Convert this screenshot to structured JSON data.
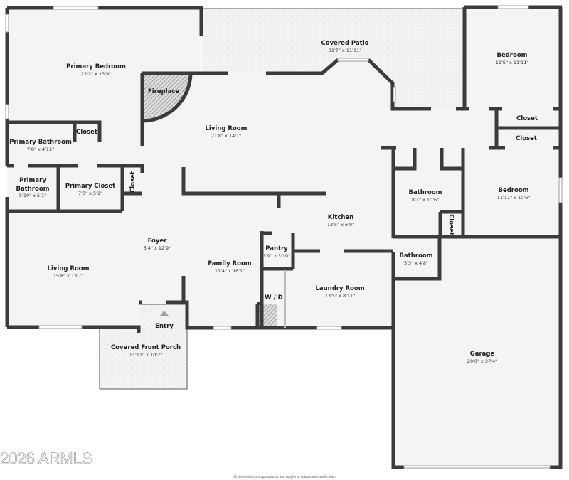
{
  "rooms": {
    "primary_bedroom": {
      "name": "Primary Bedroom",
      "dims": "23'2\" x 13'9\""
    },
    "covered_patio": {
      "name": "Covered Patio",
      "dims": "31'7\" x 11'11\""
    },
    "bedroom_1": {
      "name": "Bedroom",
      "dims": "11'5\" x 11'11\""
    },
    "fireplace": {
      "name": "Fireplace"
    },
    "living_room_1": {
      "name": "Living Room",
      "dims": "21'8\" x 14'1\""
    },
    "closet_pb": {
      "name": "Closet"
    },
    "closet_hall_1": {
      "name": "Closet"
    },
    "closet_hall_2": {
      "name": "Closet"
    },
    "primary_bathroom_1": {
      "name": "Primary Bathroom",
      "dims": "7'8\" x 4'11\""
    },
    "primary_bathroom_2": {
      "name_line1": "Primary",
      "name_line2": "Bathroom",
      "dims": "5'10\" x 5'1\""
    },
    "primary_closet": {
      "name": "Primary Closet",
      "dims": "7'3\" x 5'1\""
    },
    "closet_side": {
      "name": "Closet"
    },
    "bathroom_1": {
      "name": "Bathroom",
      "dims": "8'1\" x 10'6\""
    },
    "bedroom_2": {
      "name": "Bedroom",
      "dims": "11'11\" x 10'6\""
    },
    "kitchen": {
      "name": "Kitchen",
      "dims": "13'5\" x 6'9\""
    },
    "closet_bath": {
      "name": "Closet"
    },
    "foyer": {
      "name": "Foyer",
      "dims": "5'4\" x 12'9\""
    },
    "pantry": {
      "name": "Pantry",
      "dims": "3'9\" x 3'10\""
    },
    "bathroom_2": {
      "name": "Bathroom",
      "dims": "5'3\" x 4'8\""
    },
    "living_room_2": {
      "name": "Living Room",
      "dims": "15'8\" x 13'7\""
    },
    "family_room": {
      "name": "Family Room",
      "dims": "11'4\" x 16'1\""
    },
    "wd": {
      "name": "W / D"
    },
    "laundry_room": {
      "name": "Laundry Room",
      "dims": "13'5\" x 8'11\""
    },
    "entry": {
      "name": "Entry"
    },
    "covered_front_porch": {
      "name": "Covered Front Porch",
      "dims": "11'11\" x 10'2\""
    },
    "garage": {
      "name": "Garage",
      "dims": "20'0\" x 27'4\""
    }
  },
  "watermark": "2026 ARMLS",
  "footnote": "All dimensions are approximate and subject to independent verification",
  "colors": {
    "wall": "#3b3b3b",
    "floor": "#f4f4f4",
    "patio": "#f7f7f7"
  }
}
